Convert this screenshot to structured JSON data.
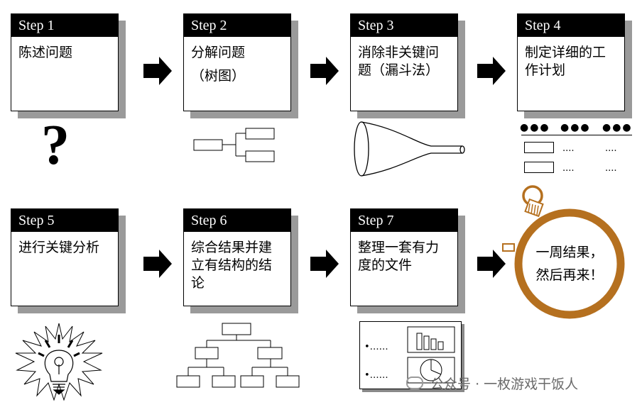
{
  "steps": [
    {
      "head": "Step 1",
      "line1": "陈述问题",
      "line2": "",
      "line3": ""
    },
    {
      "head": "Step 2",
      "line1": "分解问题",
      "line2": "（树图）",
      "line3": ""
    },
    {
      "head": "Step 3",
      "line1": "消除非关键问",
      "line2": "题（漏斗法）",
      "line3": ""
    },
    {
      "head": "Step 4",
      "line1": "制定详细的工",
      "line2": "作计划",
      "line3": ""
    },
    {
      "head": "Step 5",
      "line1": "进行关键分析",
      "line2": "",
      "line3": ""
    },
    {
      "head": "Step 6",
      "line1": "综合结果并建",
      "line2": "立有结构的结",
      "line3": "论"
    },
    {
      "head": "Step 7",
      "line1": "整理一套有力",
      "line2": "度的文件",
      "line3": ""
    }
  ],
  "question_mark": "?",
  "workplan": {
    "dots": "●●●",
    "ellipsis": "...."
  },
  "slide": {
    "bullet1": "•……",
    "bullet2": "•……"
  },
  "clock": {
    "line1": "一周结果，",
    "line2": "然后再来！"
  },
  "watermark": "公众号 · 一枚游戏干饭人",
  "colors": {
    "clock_ring": "#b5701f",
    "shadow": "#9a9a9a"
  }
}
